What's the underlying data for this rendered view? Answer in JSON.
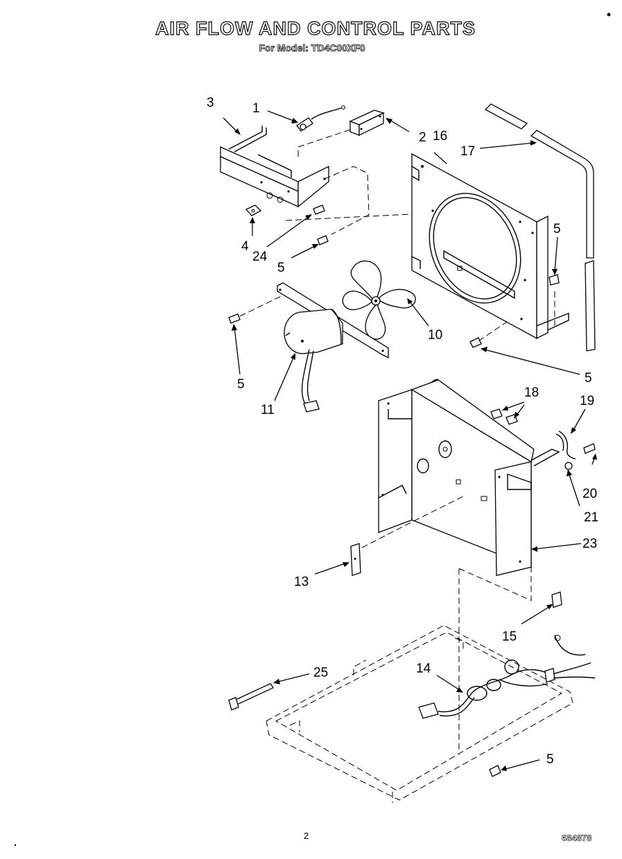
{
  "header": {
    "title": "AIR FLOW AND CONTROL PARTS",
    "subtitle": "For Model: TD4C00XF0"
  },
  "footer": {
    "page_number": "2",
    "doc_number": "684878"
  },
  "callouts": {
    "c1": "1",
    "c2": "2",
    "c3": "3",
    "c4": "4",
    "c5a": "5",
    "c5b": "5",
    "c5c": "5",
    "c5d": "5",
    "c5e": "5",
    "c10": "10",
    "c11": "11",
    "c13": "13",
    "c14": "14",
    "c15": "15",
    "c16": "16",
    "c17": "17",
    "c18": "18",
    "c19": "19",
    "c20": "20",
    "c21": "21",
    "c23": "23",
    "c24": "24",
    "c25": "25"
  }
}
